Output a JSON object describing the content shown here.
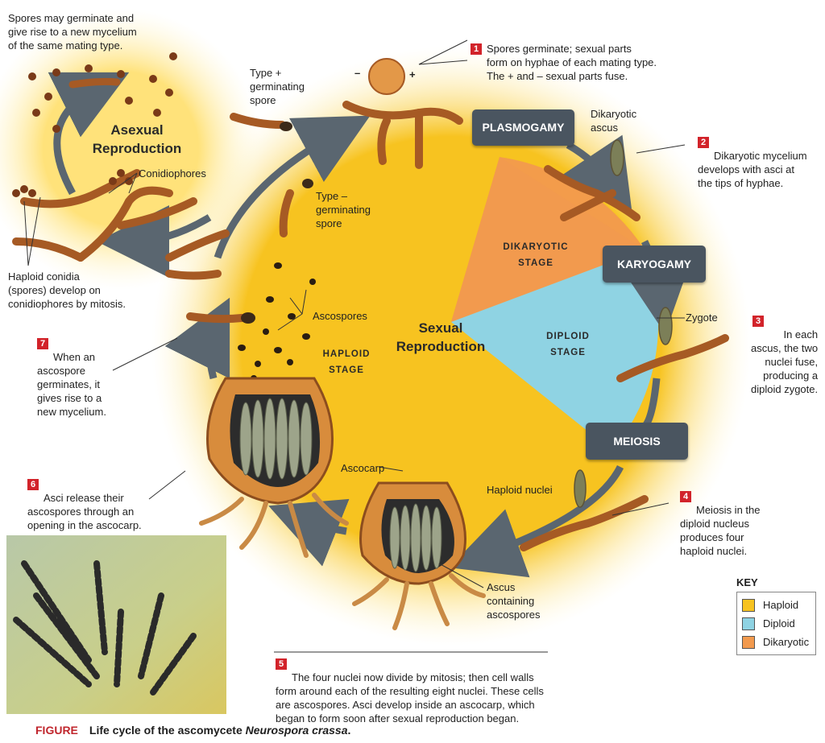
{
  "colors": {
    "haploid": "#f7c320",
    "diploid": "#8fd3e3",
    "dikaryotic": "#f29a4e",
    "step_box": "#4a5560",
    "number_badge": "#d2232a"
  },
  "cycle": {
    "sexual_title": "Sexual\nReproduction",
    "asexual_title": "Asexual\nReproduction",
    "stages": {
      "haploid": "HAPLOID\nSTAGE",
      "diploid": "DIPLOID\nSTAGE",
      "dikaryotic": "DIKARYOTIC\nSTAGE"
    },
    "processes": {
      "plasmogamy": "PLASMOGAMY",
      "karyogamy": "KARYOGAMY",
      "meiosis": "MEIOSIS"
    }
  },
  "labels": {
    "spores_germinate_asexual": "Spores may germinate and\ngive rise to a new mycelium\nof the same mating type.",
    "conidiophores": "Conidiophores",
    "haploid_conidia": "Haploid conidia\n(spores) develop on\nconidiophores by mitosis.",
    "type_plus": "Type +\ngerminating\nspore",
    "type_minus": "Type –\ngerminating\nspore",
    "minus_sign": "–",
    "plus_sign": "+",
    "ascospores": "Ascospores",
    "dikaryotic_ascus": "Dikaryotic\nascus",
    "zygote": "Zygote",
    "haploid_nuclei": "Haploid nuclei",
    "ascocarp": "Ascocarp",
    "ascus_containing": "Ascus\ncontaining\nascospores"
  },
  "steps": [
    {
      "n": "1",
      "text": "Spores germinate; sexual parts\nform on hyphae of each mating type.\nThe + and – sexual parts fuse."
    },
    {
      "n": "2",
      "text": "Dikaryotic mycelium\ndevelops with asci at\nthe tips of hyphae."
    },
    {
      "n": "3",
      "text": "In each\nascus, the two\nnuclei fuse,\nproducing a\ndiploid zygote."
    },
    {
      "n": "4",
      "text": "Meiosis in the\ndiploid nucleus\nproduces four\nhaploid nuclei."
    },
    {
      "n": "5",
      "text": "The four nuclei now divide by mitosis; then cell walls\nform around each of the resulting eight nuclei. These cells\nare ascospores. Asci develop inside an ascocarp, which\nbegan to form soon after sexual reproduction began."
    },
    {
      "n": "6",
      "text": "Asci release their\nascospores through an\nopening in the ascocarp."
    },
    {
      "n": "7",
      "text": "When an\nascospore\ngerminates, it\ngives rise to a\nnew mycelium."
    }
  ],
  "key": {
    "title": "KEY",
    "items": [
      "Haploid",
      "Diploid",
      "Dikaryotic"
    ]
  },
  "figure": {
    "word": "FIGURE",
    "caption_plain": "Life cycle of the ascomycete ",
    "caption_italic": "Neurospora crassa",
    "caption_end": "."
  }
}
